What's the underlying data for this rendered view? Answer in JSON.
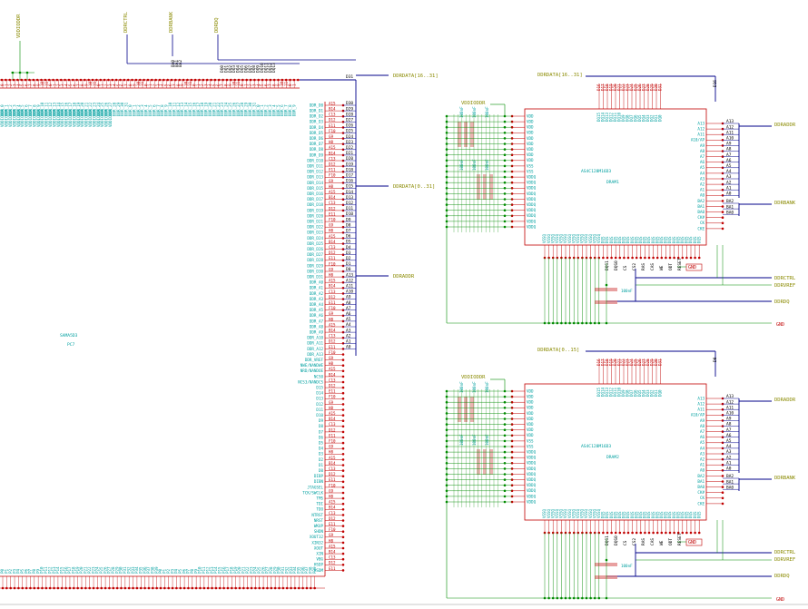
{
  "nets": {
    "vddiodde": "VDDIODDR",
    "ddrctrl": "DDRCTRL",
    "ddrbank": "DDRBANK",
    "ddrdqs": "DDRDQ",
    "ddrdata_hi": "DDRDATA[16..31]",
    "ddrdata_lo": "DDRDATA[0..15]",
    "ddrdata_all": "DDRDATA[0..31]",
    "ddraddr": "DDRADDR",
    "vddioddr_2": "VDDIODDR",
    "ddrctrl_out": "DDRCTRL",
    "ddrvref": "DDRVREF",
    "ddrdq_out": "DDRDQ",
    "gnd": "GND"
  },
  "cpu": {
    "name": "SAMA5D3",
    "sub": "PC7",
    "ddr_right_pins": [
      "DDR_D0",
      "DDR_D1",
      "DDR_D2",
      "DDR_D3",
      "DDR_D4",
      "DDR_D5",
      "DDR_D6",
      "DDR_D7",
      "DDR_D8",
      "DDR_D9",
      "DDR_D10",
      "DDR_D11",
      "DDR_D12",
      "DDR_D13",
      "DDR_D14",
      "DDR_D15",
      "DDR_D16",
      "DDR_D17",
      "DDR_D18",
      "DDR_D19",
      "DDR_D20",
      "DDR_D21",
      "DDR_D22",
      "DDR_D23",
      "DDR_D24",
      "DDR_D25",
      "DDR_D26",
      "DDR_D27",
      "DDR_D28",
      "DDR_D29",
      "DDR_D30",
      "DDR_D31",
      "DDR_A0",
      "DDR_A1",
      "DDR_A2",
      "DDR_A3",
      "DDR_A4",
      "DDR_A5",
      "DDR_A6",
      "DDR_A7",
      "DDR_A8",
      "DDR_A9",
      "DDR_A10",
      "DDR_A11",
      "DDR_A12",
      "DDR_A13",
      "DDR_VREF",
      "NWE/NANDWE",
      "NRD/NANDOE",
      "NCS0",
      "NCS3/NANDCS",
      "D15",
      "D14",
      "D13",
      "D12",
      "D11",
      "D10",
      "D9",
      "D8",
      "D7",
      "D6",
      "D5",
      "D4",
      "D3",
      "D2",
      "D1",
      "D0",
      "DIBP",
      "DIBN",
      "JTAGSEL",
      "TCK/SWCLK",
      "TMS",
      "TDI",
      "TDO",
      "NTRST",
      "NRST",
      "WKUP",
      "SHDN",
      "XOUT32",
      "XIN32",
      "XOUT",
      "XIN",
      "VBG",
      "HSDP",
      "HSDM",
      "TST"
    ],
    "right_wire_labels": [
      "D30",
      "D29",
      "D28",
      "D27",
      "D26",
      "D25",
      "D24",
      "D23",
      "D22",
      "D21",
      "D20",
      "D19",
      "D18",
      "D17",
      "D16",
      "D15",
      "D14",
      "D13",
      "D12",
      "D11",
      "D10",
      "D9",
      "D8",
      "D7",
      "D6",
      "D5",
      "D4",
      "D3",
      "D2",
      "D1",
      "D0",
      "A13",
      "A12",
      "A11",
      "A10",
      "A9",
      "A8",
      "A7",
      "A6",
      "A5",
      "A4",
      "A3",
      "A2",
      "A1",
      "A0"
    ],
    "bus_label_top": "D31",
    "bank_labels": [
      "BA0",
      "BA1",
      "BA2"
    ]
  },
  "dram_upper": {
    "part": "AS4C128M16D3",
    "ref": "DRAM1",
    "bus_label": "DDRDATA[16..31]",
    "bus_end": "D16",
    "data_pins": [
      "DQ15",
      "DQ14",
      "DQ13",
      "DQ12",
      "DQ11",
      "DQ10",
      "DQ9",
      "DQ8",
      "DQ7",
      "DQ6",
      "DQ5",
      "DQ4",
      "DQ3",
      "DQ2",
      "DQ1",
      "DQ0"
    ],
    "right_pins": [
      "A13",
      "A12",
      "A11",
      "A10/AP",
      "A9",
      "A8",
      "A7",
      "A6",
      "A5",
      "A4",
      "A3",
      "A2",
      "A1",
      "A0",
      "BA2",
      "BA1",
      "BA0",
      "CK#",
      "CK",
      "CKE"
    ],
    "addr_labels": [
      "A13",
      "A12",
      "A11",
      "A10",
      "A9",
      "A8",
      "A7",
      "A6",
      "A5",
      "A4",
      "A3",
      "A2",
      "A1",
      "A0"
    ],
    "bank_labels": [
      "BA2",
      "BA1",
      "BA0"
    ],
    "left_pins": [
      "VDD",
      "VDD",
      "VDD",
      "VDD",
      "VDD",
      "VDD",
      "VDD",
      "VDD",
      "VDD",
      "VSS",
      "VSS",
      "VDDQ",
      "VDDQ",
      "VDDQ",
      "VDDQ",
      "VDDQ",
      "VDDQ",
      "VDDQ",
      "VDDQ",
      "VDDQ",
      "VDDQ"
    ],
    "bottom_labels": [
      "DQS1",
      "DQS0",
      "CS",
      "CS2",
      "RAS",
      "CAS",
      "WE",
      "ODT",
      "RESET"
    ],
    "cap_label": "100nF",
    "gnd": "GND"
  },
  "dram_lower": {
    "part": "AS4C128M16D3",
    "ref": "DRAM2",
    "bus_label": "DDRDATA[0..15]",
    "bus_end": "D0",
    "addr_labels": [
      "A13",
      "A12",
      "A11",
      "A10",
      "A9",
      "A8",
      "A7",
      "A6",
      "A5",
      "A4",
      "A3",
      "A2",
      "A1",
      "A0"
    ],
    "bank_labels": [
      "BA2",
      "BA1",
      "BA0"
    ],
    "gnd": "GND"
  },
  "colors": {
    "wire": "#008a00",
    "bus": "#00008a",
    "body": "#c00000",
    "pin_text": "#00a0a0",
    "net_label": "#8a8a00",
    "junction": "#008a00"
  }
}
